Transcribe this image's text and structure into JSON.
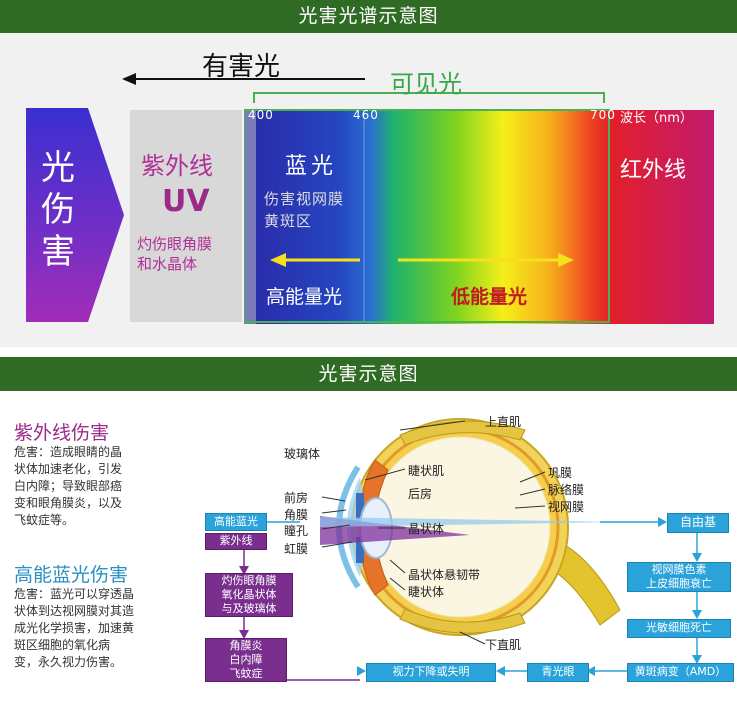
{
  "section1": {
    "title": "光害光谱示意图",
    "harmful_light": "有害光",
    "visible_light": "可见光",
    "tick_400": "400",
    "tick_460": "460",
    "tick_700": "700",
    "wavelength": "波长（nm）",
    "harm_chars": [
      "光",
      "伤",
      "害"
    ],
    "uv_title": "紫外线",
    "uv_abbr": "UV",
    "uv_desc1": "灼伤眼角膜",
    "uv_desc2": "和水晶体",
    "blue_title": "蓝光",
    "blue_desc1": "伤害视网膜",
    "blue_desc2": "黄斑区",
    "high_energy": "高能量光",
    "low_energy": "低能量光",
    "ir_title": "红外线"
  },
  "section2": {
    "title": "光害示意图",
    "uv_harm_title": "紫外线伤害",
    "uv_harm_lines": [
      "危害：造成眼睛的晶",
      "状体加速老化，引发",
      "白内障；导致眼部癌",
      "变和眼角膜炎，以及",
      "飞蚊症等。"
    ],
    "blue_harm_title": "高能蓝光伤害",
    "blue_harm_lines": [
      "危害：蓝光可以穿透晶",
      "状体到达视网膜对其造",
      "成光化学损害，加速黄",
      "斑区细胞的氧化病",
      "变，永久视力伤害。"
    ],
    "eye_labels": {
      "superior_rectus": "上直肌",
      "vitreous": "玻璃体",
      "ciliary_muscle": "睫状肌",
      "anterior_chamber": "前房",
      "posterior_chamber": "后房",
      "cornea": "角膜",
      "pupil": "瞳孔",
      "iris": "虹膜",
      "lens": "晶状体",
      "zonule": "晶状体悬韧带",
      "ciliary_body": "睫状体",
      "sclera": "巩膜",
      "choroid": "脉络膜",
      "retina": "视网膜",
      "inferior_rectus": "下直肌"
    },
    "flow": {
      "high_blue": "高能蓝光",
      "uv": "紫外线",
      "burn_lines": [
        "灼伤眼角膜",
        "氧化晶状体",
        "与及玻璃体"
      ],
      "keratitis_lines": [
        "角膜炎",
        "白内障",
        "飞蚊症"
      ],
      "free_radical": "自由基",
      "rpe_lines": [
        "视网膜色素",
        "上皮细胞衰亡"
      ],
      "photoreceptor": "光敏细胞死亡",
      "amd": "黄斑病变（AMD）",
      "glaucoma": "青光眼",
      "vision_loss": "视力下降或失明"
    }
  },
  "colors": {
    "header_green": "#2f6b24",
    "uv_purple": "#b0309a",
    "flow_purple": "#7a2f8e",
    "flow_blue": "#2aa3da",
    "visible_green": "#4caf50"
  }
}
